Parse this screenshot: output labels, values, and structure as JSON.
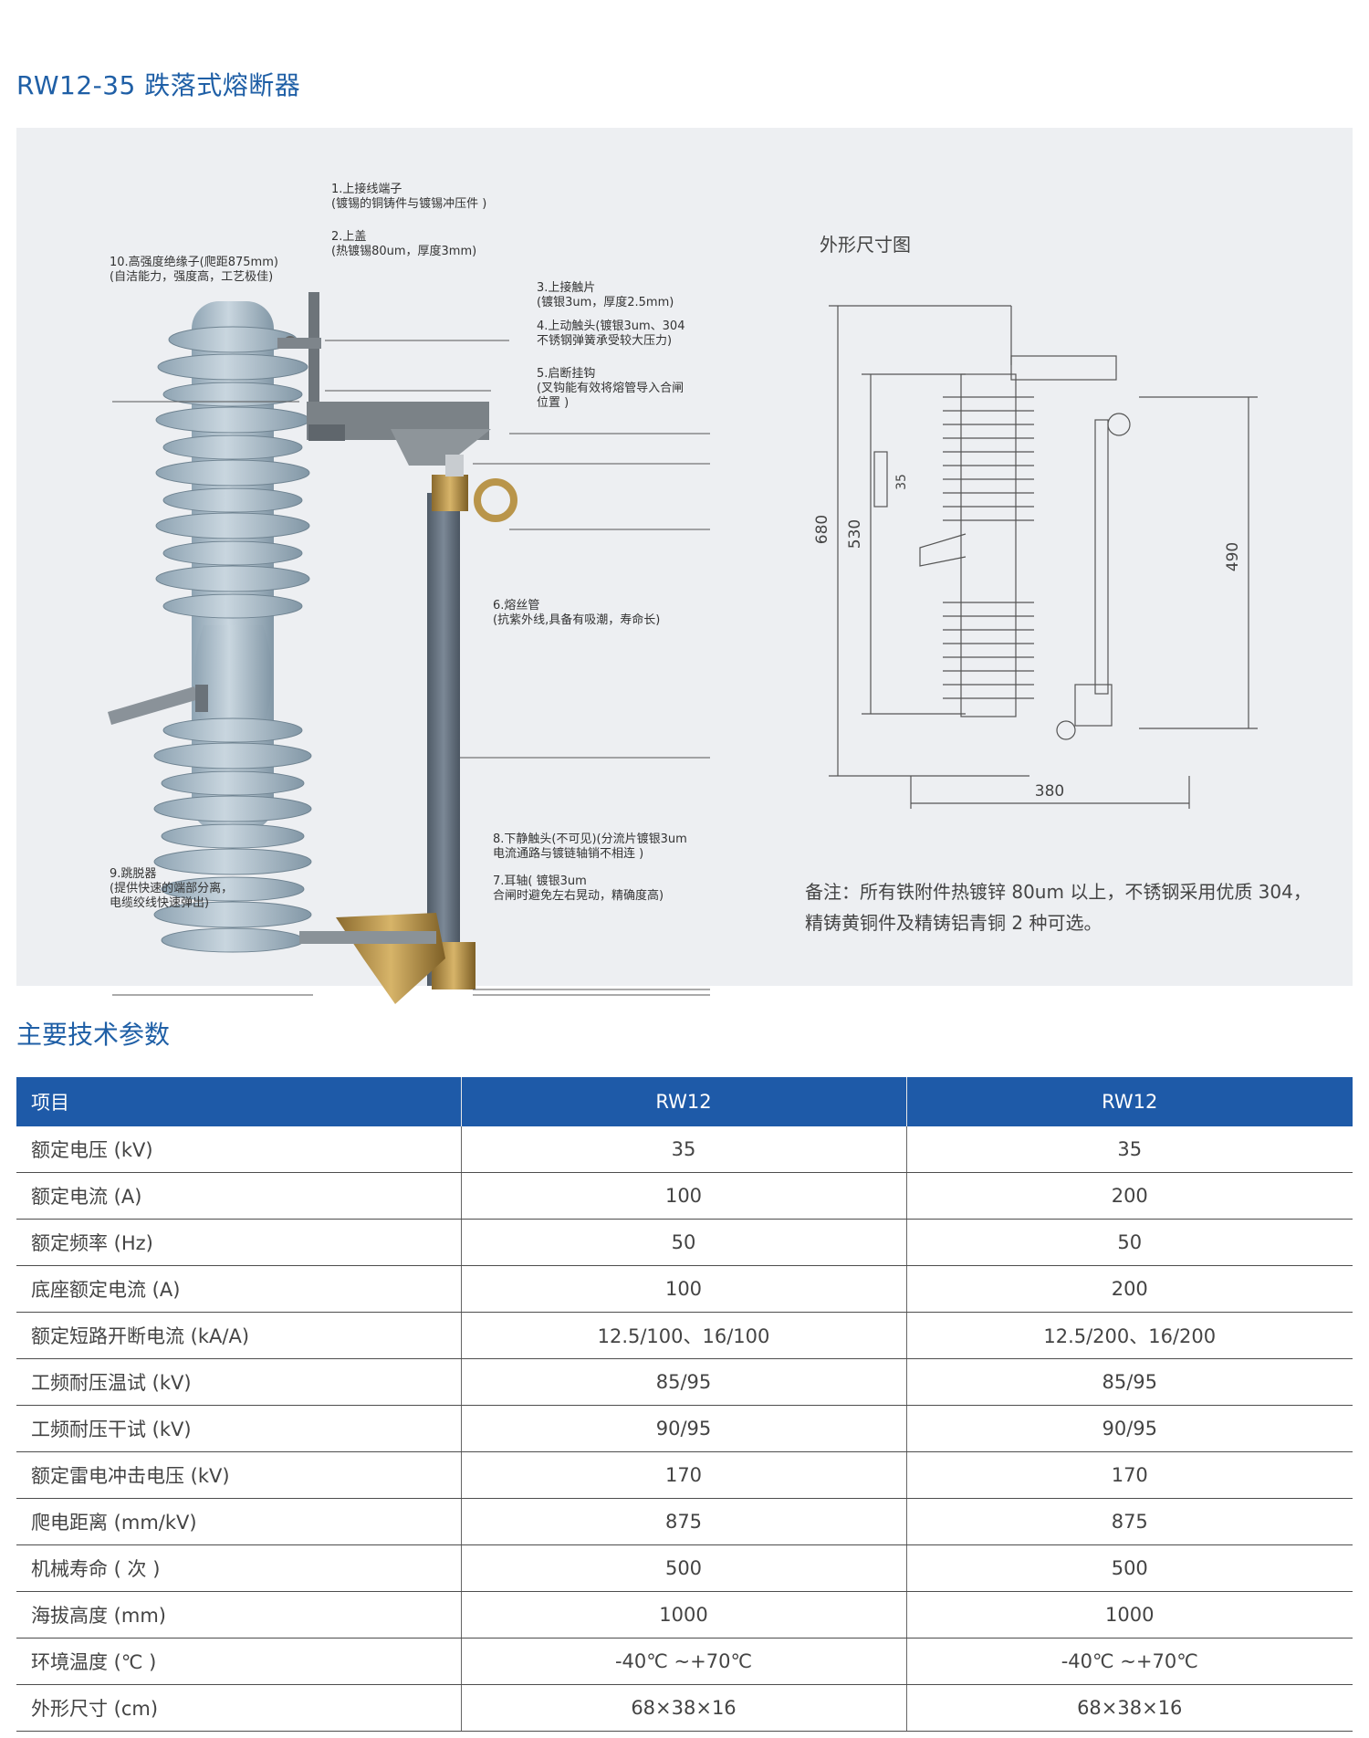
{
  "page_title": "RW12-35 跌落式熔断器",
  "callouts": {
    "c1": {
      "line1": "1.上接线端子",
      "line2": "(镀锡的铜铸件与镀锡冲压件 )"
    },
    "c2": {
      "line1": "2.上盖",
      "line2": "(热镀锡80um，厚度3mm)"
    },
    "c3": {
      "line1": "3.上接触片",
      "line2": "(镀银3um，厚度2.5mm)"
    },
    "c4": {
      "line1": "4.上动触头(镀银3um、304",
      "line2": "不锈钢弹簧承受较大压力)"
    },
    "c5": {
      "line1": "5.启断挂钩",
      "line2": "(叉钩能有效将熔管导入合闸",
      "line3": "位置 )"
    },
    "c6": {
      "line1": "6.熔丝管",
      "line2": "(抗紫外线,具备有吸潮，寿命长)"
    },
    "c7": {
      "line1": "7.耳轴( 镀银3um",
      "line2": "合闸时避免左右晃动，精确度高)"
    },
    "c8": {
      "line1": "8.下静触头(不可见)(分流片镀银3um",
      "line2": "电流通路与镀链轴销不相连 )"
    },
    "c9": {
      "line1": "9.跳脱器",
      "line2": "(提供快速的端部分离，",
      "line3": "电缆绞线快速弹出)"
    },
    "c10": {
      "line1": "10.高强度绝缘子(爬距875mm)",
      "line2": "(自洁能力，强度高，工艺极佳)"
    }
  },
  "dimension_drawing": {
    "title": "外形尺寸图",
    "dim_680": "680",
    "dim_530": "530",
    "dim_490": "490",
    "dim_380": "380",
    "dim_35": "35"
  },
  "note": "备注：所有铁附件热镀锌 80um 以上，不锈钢采用优质 304，精铸黄铜件及精铸铝青铜 2 种可选。",
  "section_title": "主要技术参数",
  "table": {
    "headers": [
      "项目",
      "RW12",
      "RW12"
    ],
    "rows": [
      [
        "额定电压 (kV)",
        "35",
        "35"
      ],
      [
        "额定电流 (A)",
        "100",
        "200"
      ],
      [
        "额定频率 (Hz)",
        "50",
        "50"
      ],
      [
        "底座额定电流 (A)",
        "100",
        "200"
      ],
      [
        "额定短路开断电流 (kA/A)",
        "12.5/100、16/100",
        "12.5/200、16/200"
      ],
      [
        "工频耐压温试 (kV)",
        "85/95",
        "85/95"
      ],
      [
        "工频耐压干试 (kV)",
        "90/95",
        "90/95"
      ],
      [
        "额定雷电冲击电压 (kV)",
        "170",
        "170"
      ],
      [
        "爬电距离 (mm/kV)",
        "875",
        "875"
      ],
      [
        "机械寿命 ( 次 )",
        "500",
        "500"
      ],
      [
        "海拔高度 (mm)",
        "1000",
        "1000"
      ],
      [
        "环境温度 (℃ )",
        "-40℃ ~+70℃",
        "-40℃ ~+70℃"
      ],
      [
        "外形尺寸 (cm)",
        "68×38×16",
        "68×38×16"
      ]
    ]
  }
}
